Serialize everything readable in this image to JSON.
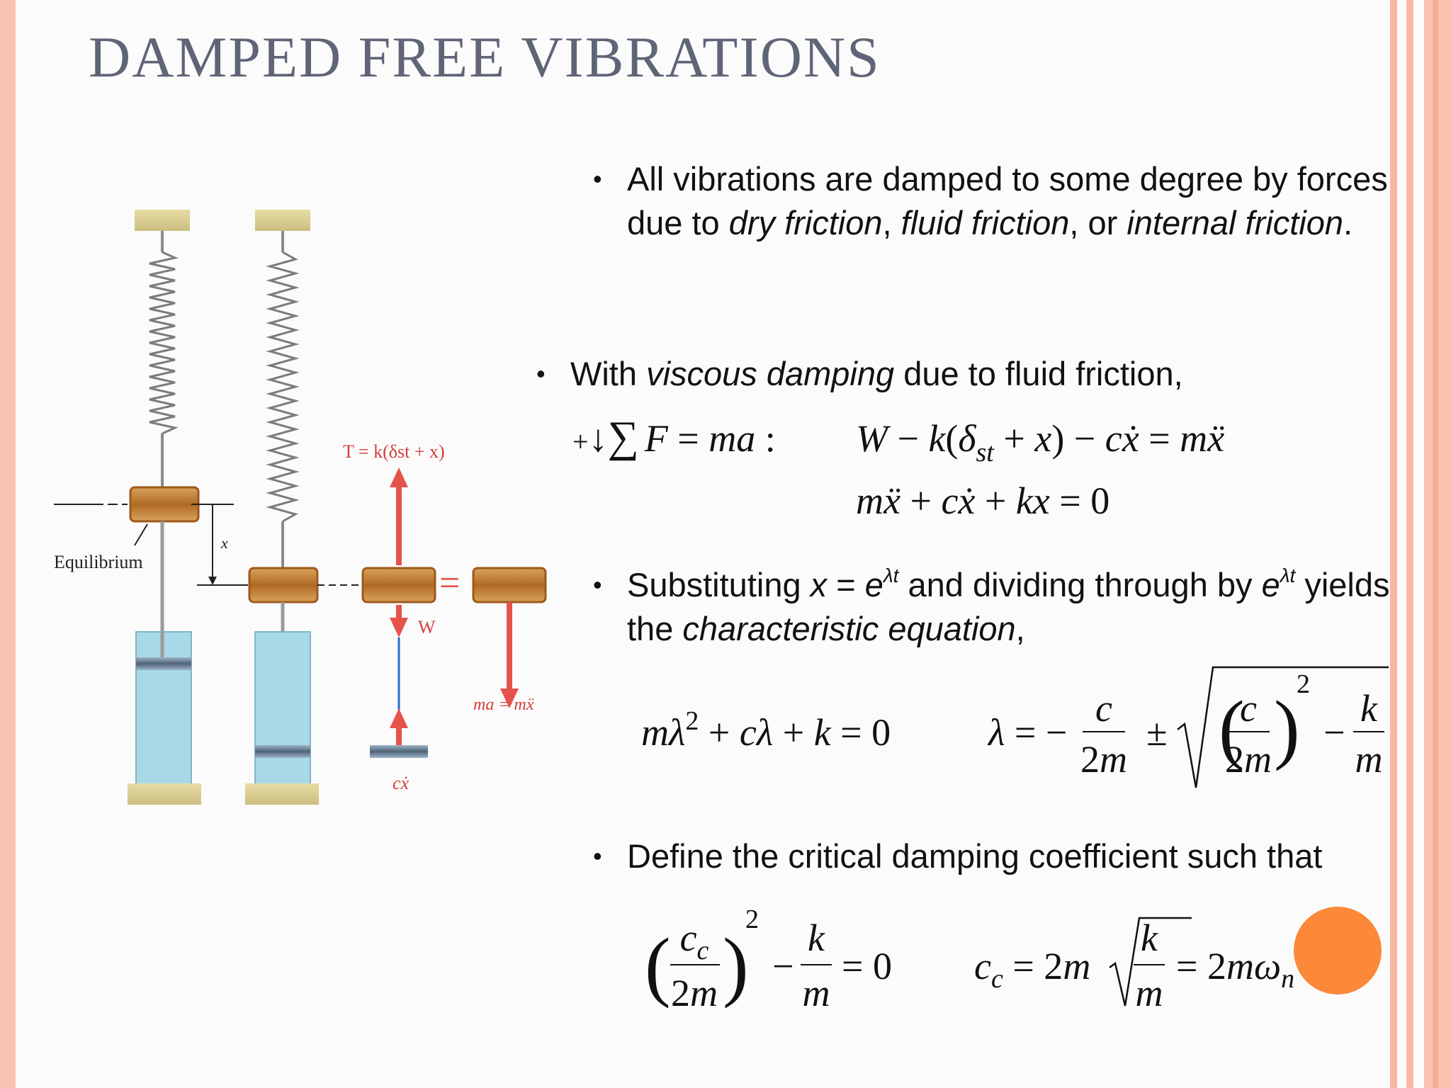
{
  "slide": {
    "title": "DAMPED FREE VIBRATIONS",
    "accent_color": "#fc883a"
  },
  "figure": {
    "equilibrium_label": "Equilibrium",
    "x_label": "x",
    "tension_label": "T = k(δst + x)",
    "weight_label": "W",
    "inertia_label": "ma = mẍ",
    "damping_label": "cẋ",
    "equals_sign": "="
  },
  "bullets": {
    "b1": {
      "t1": "All vibrations are damped to some degree by forces due to ",
      "i1": "dry friction",
      "t2": ", ",
      "i2": "fluid friction",
      "t3": ", or ",
      "i3": "internal friction",
      "t4": "."
    },
    "b2": {
      "t1": "With ",
      "i1": "viscous damping",
      "t2": " due to fluid friction,"
    },
    "b3": {
      "t1": "Substituting ",
      "i1": "x",
      "t2": " = ",
      "i2": "e",
      "s1": "λt",
      "t3": " and dividing through by ",
      "i3": "e",
      "s2": "λt",
      "t4": " yields the ",
      "i4": "characteristic equation",
      "t5": ","
    },
    "b4": {
      "t1": "Define the critical damping coefficient such that"
    }
  },
  "equations": {
    "force_sum_lhs": "+↓∑F = ma :",
    "motion_eq": "W − k(δst + x) − cẋ = mẍ",
    "ode": "mẍ + cẋ + kx = 0",
    "characteristic": "mλ² + cλ + k = 0",
    "roots": "λ = −c/2m ± √((c/2m)² − k/m)",
    "critical_condition": "(cc/2m)² − k/m = 0",
    "critical_coefficient": "cc = 2m√(k/m) = 2mωn"
  }
}
